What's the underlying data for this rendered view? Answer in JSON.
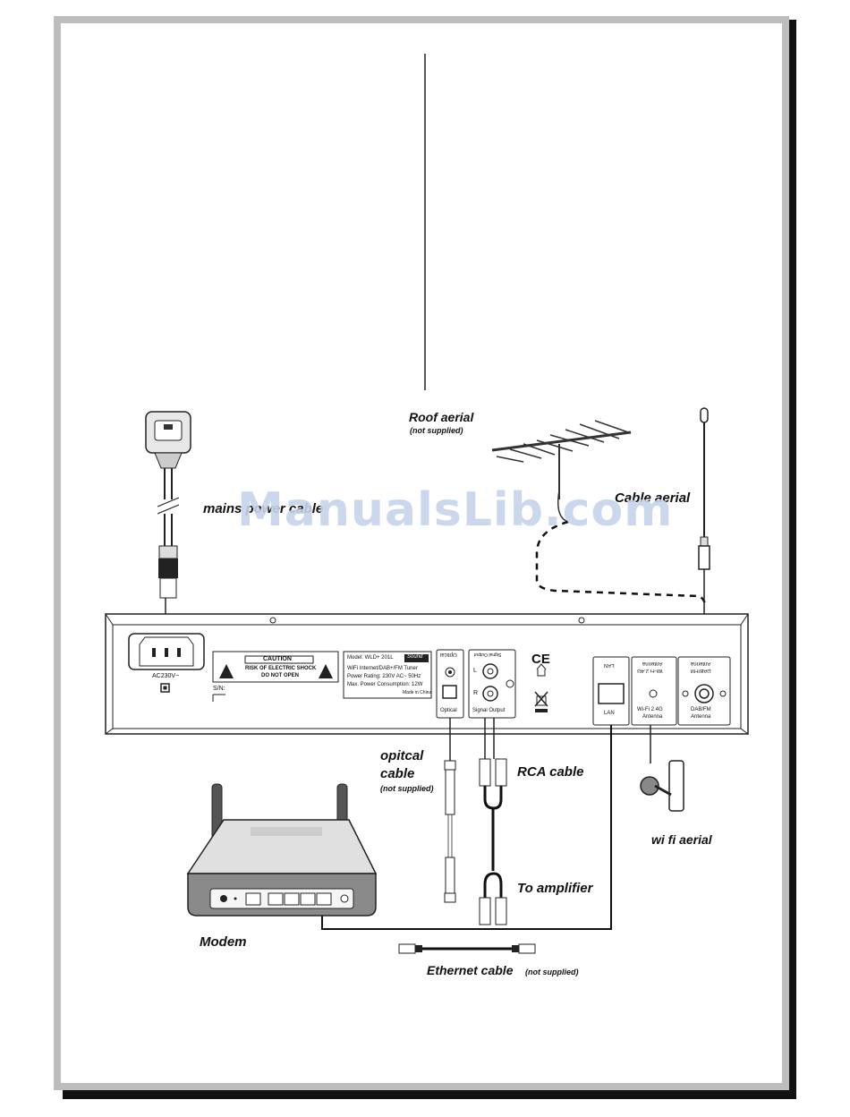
{
  "labels": {
    "roof_aerial": "Roof aerial",
    "not_supplied": "(not supplied)",
    "cable_aerial": "Cable aerial",
    "mains_cable": "mains power cable",
    "optical_cable_line1": "opitcal",
    "optical_cable_line2": "cable",
    "rca_cable": "RCA cable",
    "to_amplifier": "To amplifier",
    "modem": "Modem",
    "ethernet_cable": "Ethernet cable",
    "wifi_aerial": "wi fi aerial"
  },
  "panel": {
    "ac_label": "AC230V~",
    "caution_title": "CAUTION",
    "caution_line1": "RISK OF ELECTRIC SHOCK",
    "caution_line2": "DO NOT OPEN",
    "sn": "S/N:",
    "model": "Model: WLD+ 201L",
    "brand": "Sound",
    "desc": "WiFi Internet/DAB+/FM Tuner",
    "power_rating": "Power Rating:  230V AC~ 50Hz",
    "max_power": "Max. Power Consumption:  12W",
    "made_in": "Made in China",
    "optical_top": "Optical",
    "optical_bottom": "Optical",
    "signal_output_top": "Signal Output",
    "signal_output_bottom": "Signal  Output",
    "L": "L",
    "R": "R",
    "ce": "CE",
    "lan_top": "LAN",
    "lan_bottom": "LAN",
    "wifi_top": "Wi-Fi 2.4G",
    "wifi_antenna_top": "Antenna",
    "wifi_bottom": "Wi-Fi 2.4G",
    "wifi_antenna_bottom": "Antenna",
    "dab_top": "DAB/FM",
    "dab_antenna_top": "Antenna",
    "dab_bottom": "DAB/FM",
    "dab_antenna_bottom": "Antenna"
  },
  "watermark": "ManualsLib.com"
}
